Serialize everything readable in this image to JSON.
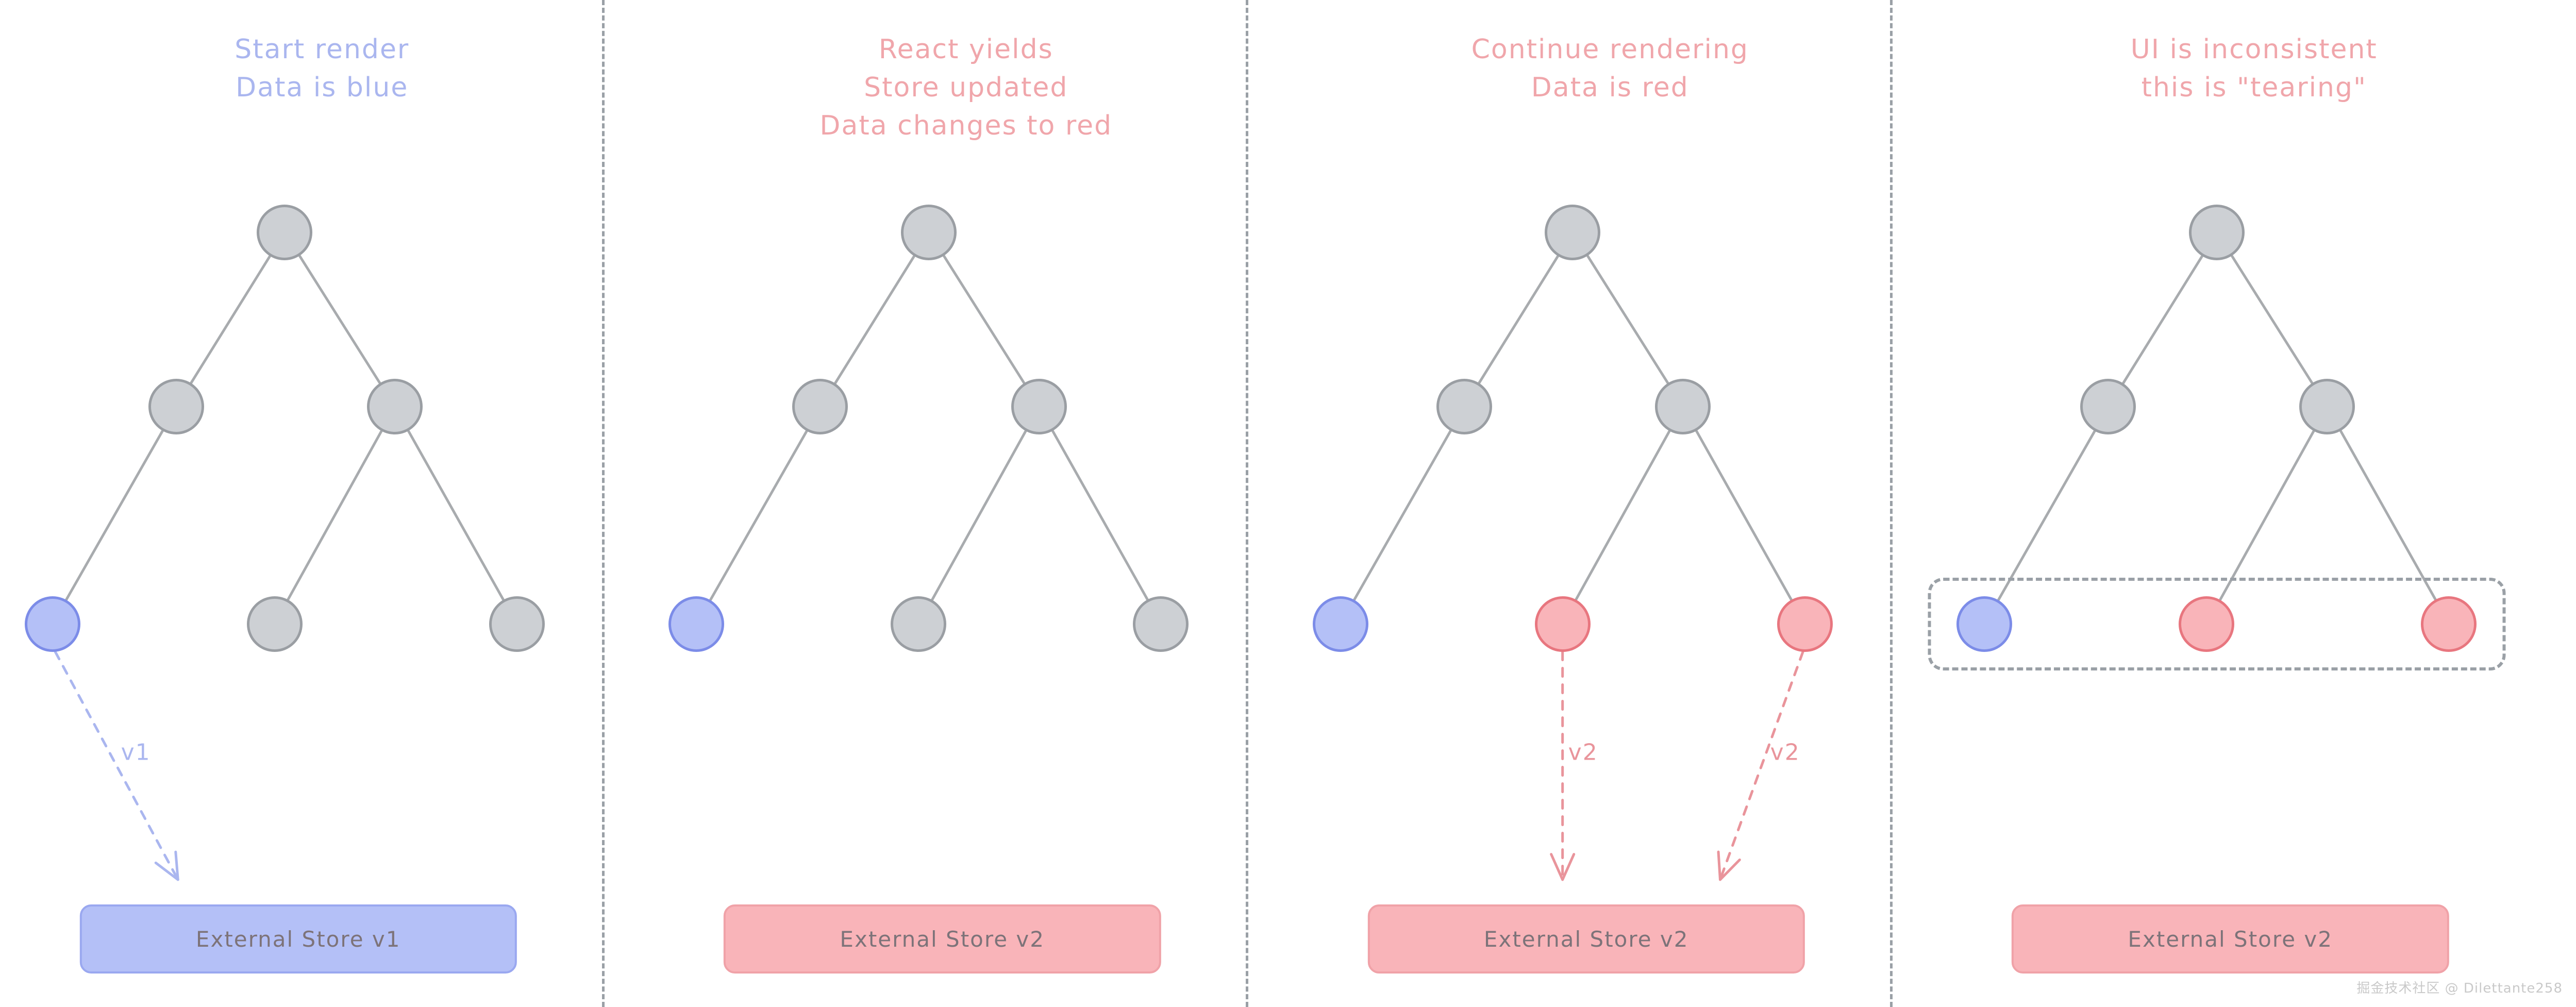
{
  "diagram": {
    "title_hint": "React tearing with external store",
    "watermark": "掘金技术社区 @ Dilettante258",
    "colors": {
      "gray_node_fill": "#cdd0d4",
      "gray_node_stroke": "#9a9ea3",
      "blue_fill": "#b4c0f7",
      "blue_stroke": "#7c8ce8",
      "red_fill": "#f9b4b9",
      "red_stroke": "#e8767f",
      "title_blue": "#aab6ef",
      "title_red": "#f0a6ab",
      "divider": "#9aa0a6",
      "edge": "#a8abae",
      "store_text": "#7d7379"
    }
  },
  "panels": [
    {
      "id": "panel-1",
      "title": "Start render\nData is blue",
      "title_color": "blue",
      "leaf_colors": [
        "blue",
        "gray",
        "gray"
      ],
      "store_label": "External Store v1",
      "store_color": "blue",
      "arrows": [
        {
          "label": "v1",
          "color": "blue",
          "from_leaf": 0
        }
      ],
      "tearing_box": false
    },
    {
      "id": "panel-2",
      "title": "React yields\nStore updated\nData changes to red",
      "title_color": "red",
      "leaf_colors": [
        "blue",
        "gray",
        "gray"
      ],
      "store_label": "External Store v2",
      "store_color": "red",
      "arrows": [],
      "tearing_box": false
    },
    {
      "id": "panel-3",
      "title": "Continue rendering\nData is red",
      "title_color": "red",
      "leaf_colors": [
        "blue",
        "red",
        "red"
      ],
      "store_label": "External Store v2",
      "store_color": "red",
      "arrows": [
        {
          "label": "v2",
          "color": "red",
          "from_leaf": 1
        },
        {
          "label": "v2",
          "color": "red",
          "from_leaf": 2
        }
      ],
      "tearing_box": false
    },
    {
      "id": "panel-4",
      "title": "UI is inconsistent\nthis is \"tearing\"",
      "title_color": "red",
      "leaf_colors": [
        "blue",
        "red",
        "red"
      ],
      "store_label": "External Store v2",
      "store_color": "red",
      "arrows": [],
      "tearing_box": true
    }
  ]
}
